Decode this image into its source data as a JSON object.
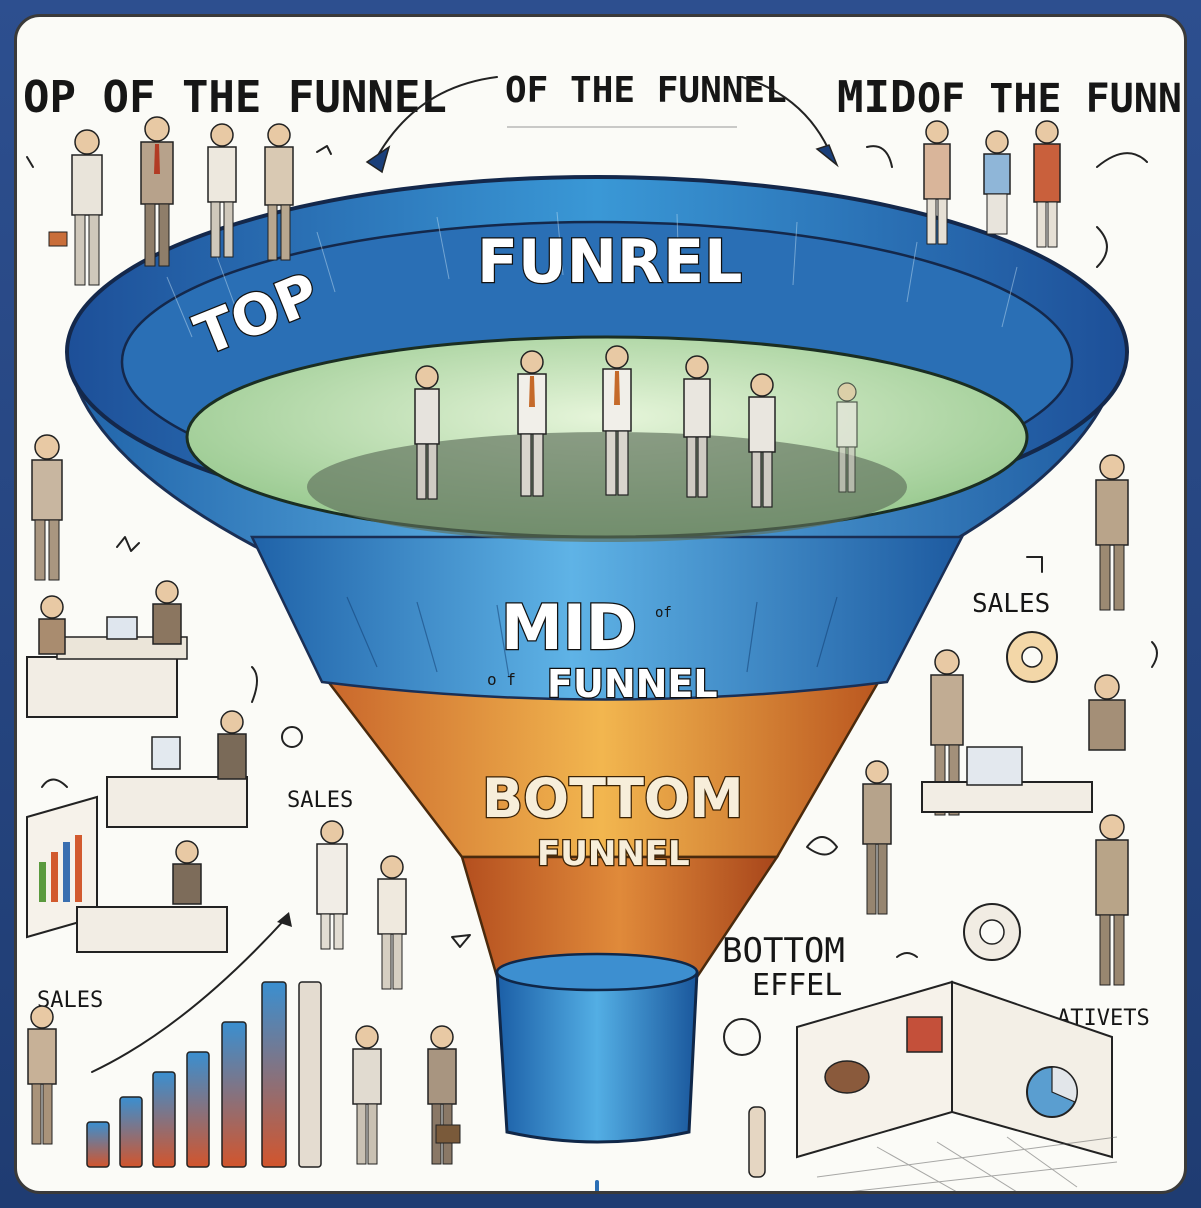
{
  "labels": {
    "top_left": "OP OF THE FUNNEL",
    "top_center": "OF THE FUNNEL",
    "top_right_a": "MID",
    "top_right_b": "OF THE FUNNEL",
    "funnel_top": "TOP",
    "funnel_top_b": "FUNREL",
    "funnel_mid": "MID",
    "funnel_mid_small": "of",
    "funnel_mid_small_b": "o f",
    "funnel_mid_b": "FUNNEL",
    "funnel_bottom": "BOTTOM",
    "funnel_bottom_b": "FUNNEL",
    "side_sales_right": "SALES",
    "side_sales_left": "SALES",
    "side_sales_bottom": "SALES",
    "bottom_effel_a": "BOTTOM",
    "bottom_effel_b": "EFFEL",
    "ativets": "ATIVETS"
  },
  "colors": {
    "funnel_blue": "#2f86c9",
    "funnel_dark_blue": "#1d4f98",
    "funnel_inner_green": "#bfe2b4",
    "funnel_orange": "#e39a36",
    "funnel_dark_orange": "#b9541e",
    "spout_blue": "#2f80c5",
    "background": "#2b4a86"
  }
}
